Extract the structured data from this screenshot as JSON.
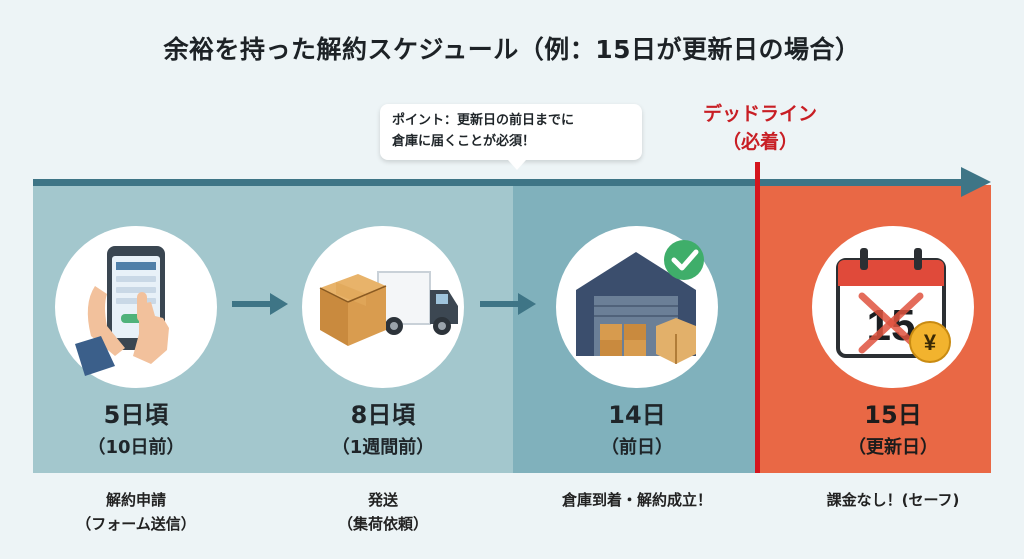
{
  "title": "余裕を持った解約スケジュール（例：15日が更新日の場合）",
  "callout": {
    "line1": "ポイント：更新日の前日までに",
    "line2": "倉庫に届くことが必須！"
  },
  "deadline": {
    "label": "デッドライン",
    "sub": "（必着）"
  },
  "colors": {
    "before_panel": "#a3c7cd",
    "arrival_panel": "#80b1bc",
    "renewal_panel": "#e96845",
    "deadline_line": "#d4151d",
    "timeline_arrow": "#3e7586"
  },
  "steps": [
    {
      "icon": "smartphone-form-icon",
      "date": "5日頃",
      "note": "（10日前）",
      "caption1": "解約申請",
      "caption2": "（フォーム送信）"
    },
    {
      "icon": "delivery-truck-icon",
      "date": "8日頃",
      "note": "（1週間前）",
      "caption1": "発送",
      "caption2": "（集荷依頼）"
    },
    {
      "icon": "warehouse-check-icon",
      "date": "14日",
      "note": "（前日）",
      "caption1": "倉庫到着・解約成立！",
      "caption2": ""
    },
    {
      "icon": "calendar-yen-icon",
      "date": "15日",
      "note": "（更新日）",
      "caption1": "課金なし！(セーフ)",
      "caption2": ""
    }
  ],
  "calendar_day": "15",
  "yen_symbol": "¥"
}
